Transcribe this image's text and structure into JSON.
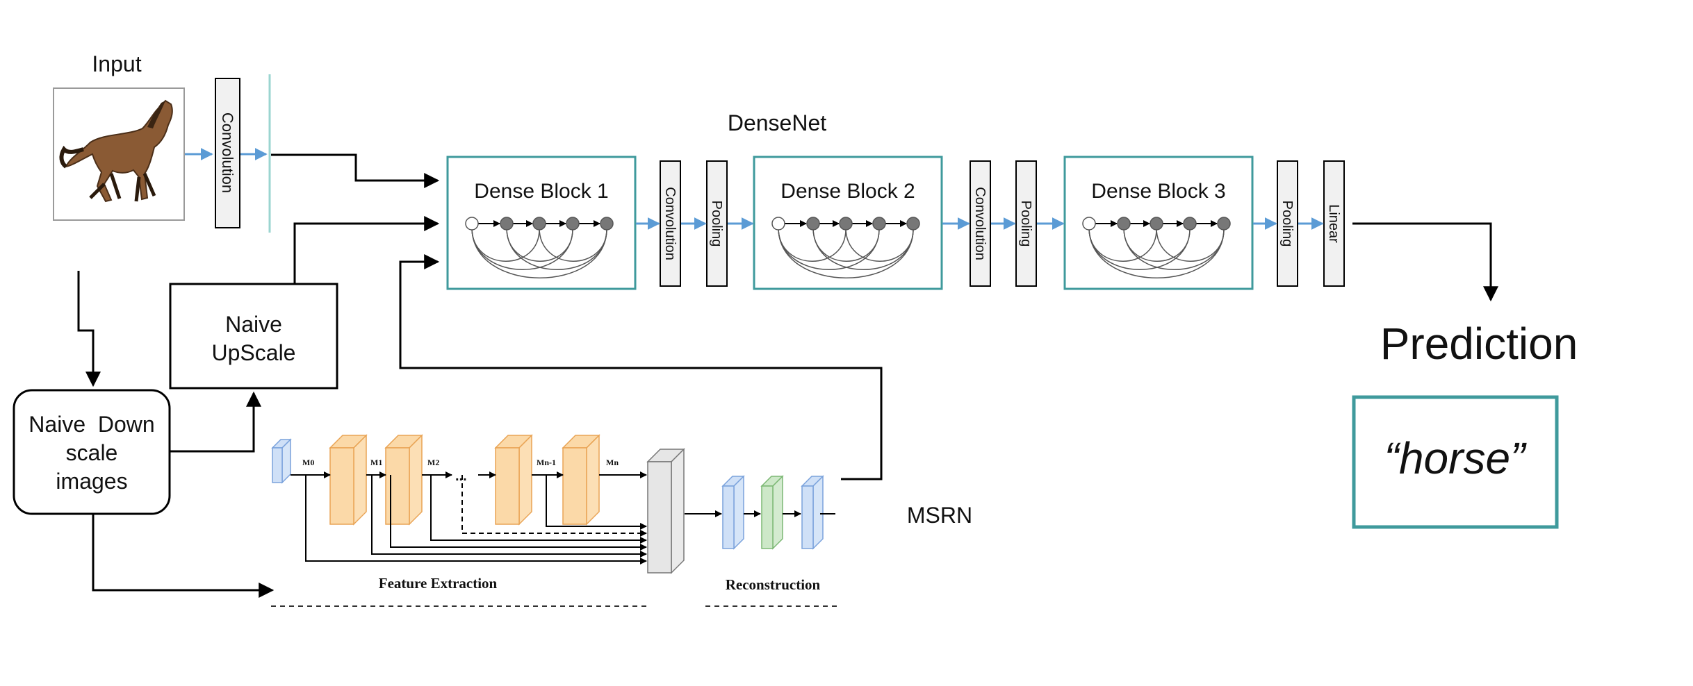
{
  "diagram": {
    "input_label": "Input",
    "input_conv_label": "Convolution",
    "densenet_label": "DenseNet",
    "blocks": [
      {
        "label": "Dense Block 1"
      },
      {
        "label": "Dense Block 2"
      },
      {
        "label": "Dense Block 3"
      }
    ],
    "transition_layers": [
      "Convolution",
      "Pooling",
      "Convolution",
      "Pooling",
      "Pooling",
      "Linear"
    ],
    "naive_upscale_lines": [
      "Naive",
      "UpScale"
    ],
    "naive_downscale_lines": [
      "Naive  Down",
      "scale",
      "images"
    ],
    "msrn_label": "MSRN",
    "msrn_stage_labels": [
      "M0",
      "M1",
      "M2",
      "Mn-1",
      "Mn"
    ],
    "msrn_dots": "...",
    "feature_extraction_label": "Feature Extraction",
    "reconstruction_label": "Reconstruction",
    "prediction_label": "Prediction",
    "prediction_value": "“horse”",
    "colors": {
      "arrow_blue": "#5b9bd5",
      "teal_border": "#3f9a9c",
      "orange_fill": "#fbd9a8",
      "orange_stroke": "#e9a455",
      "blue_fill": "#cfe0f7",
      "blue_stroke": "#7aa2dc",
      "green_fill": "#cde8c8",
      "green_stroke": "#7cb874",
      "gray_fill": "#e6e6e6",
      "node_gray": "#777777"
    }
  }
}
